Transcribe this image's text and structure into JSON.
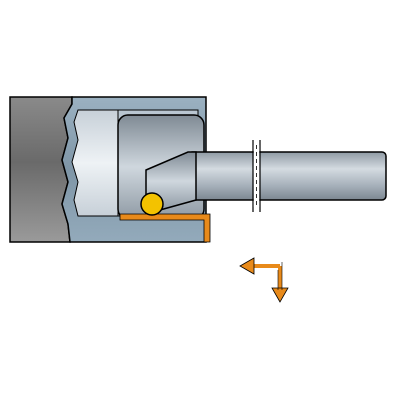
{
  "diagram": {
    "kind": "internal-boring-tool-illustration",
    "colors": {
      "background": "#ffffff",
      "outline": "#000000",
      "chuck_dark": "#5f5f5f",
      "chuck_mid": "#8a8a8a",
      "chuck_light": "#b8b8b8",
      "workpiece_blue": "#8ea4b3",
      "bore_light": "#d9e0e6",
      "tool_bar": "#a9b3bc",
      "tool_bar_light": "#d4dbe1",
      "contact_point": "#f3c200",
      "machined_surface": "#e88a1a",
      "feed_arrow": "#e88a1a"
    },
    "elements": {
      "chuck": "chuck",
      "workpiece": "workpiece",
      "bore": "bore",
      "boring_bar": "boring-bar",
      "insert_tip": "insert-tip",
      "contact_point": "contact-point",
      "machined_surface": "machined-surface",
      "feed_direction_arrow": "feed-direction-arrow"
    }
  }
}
